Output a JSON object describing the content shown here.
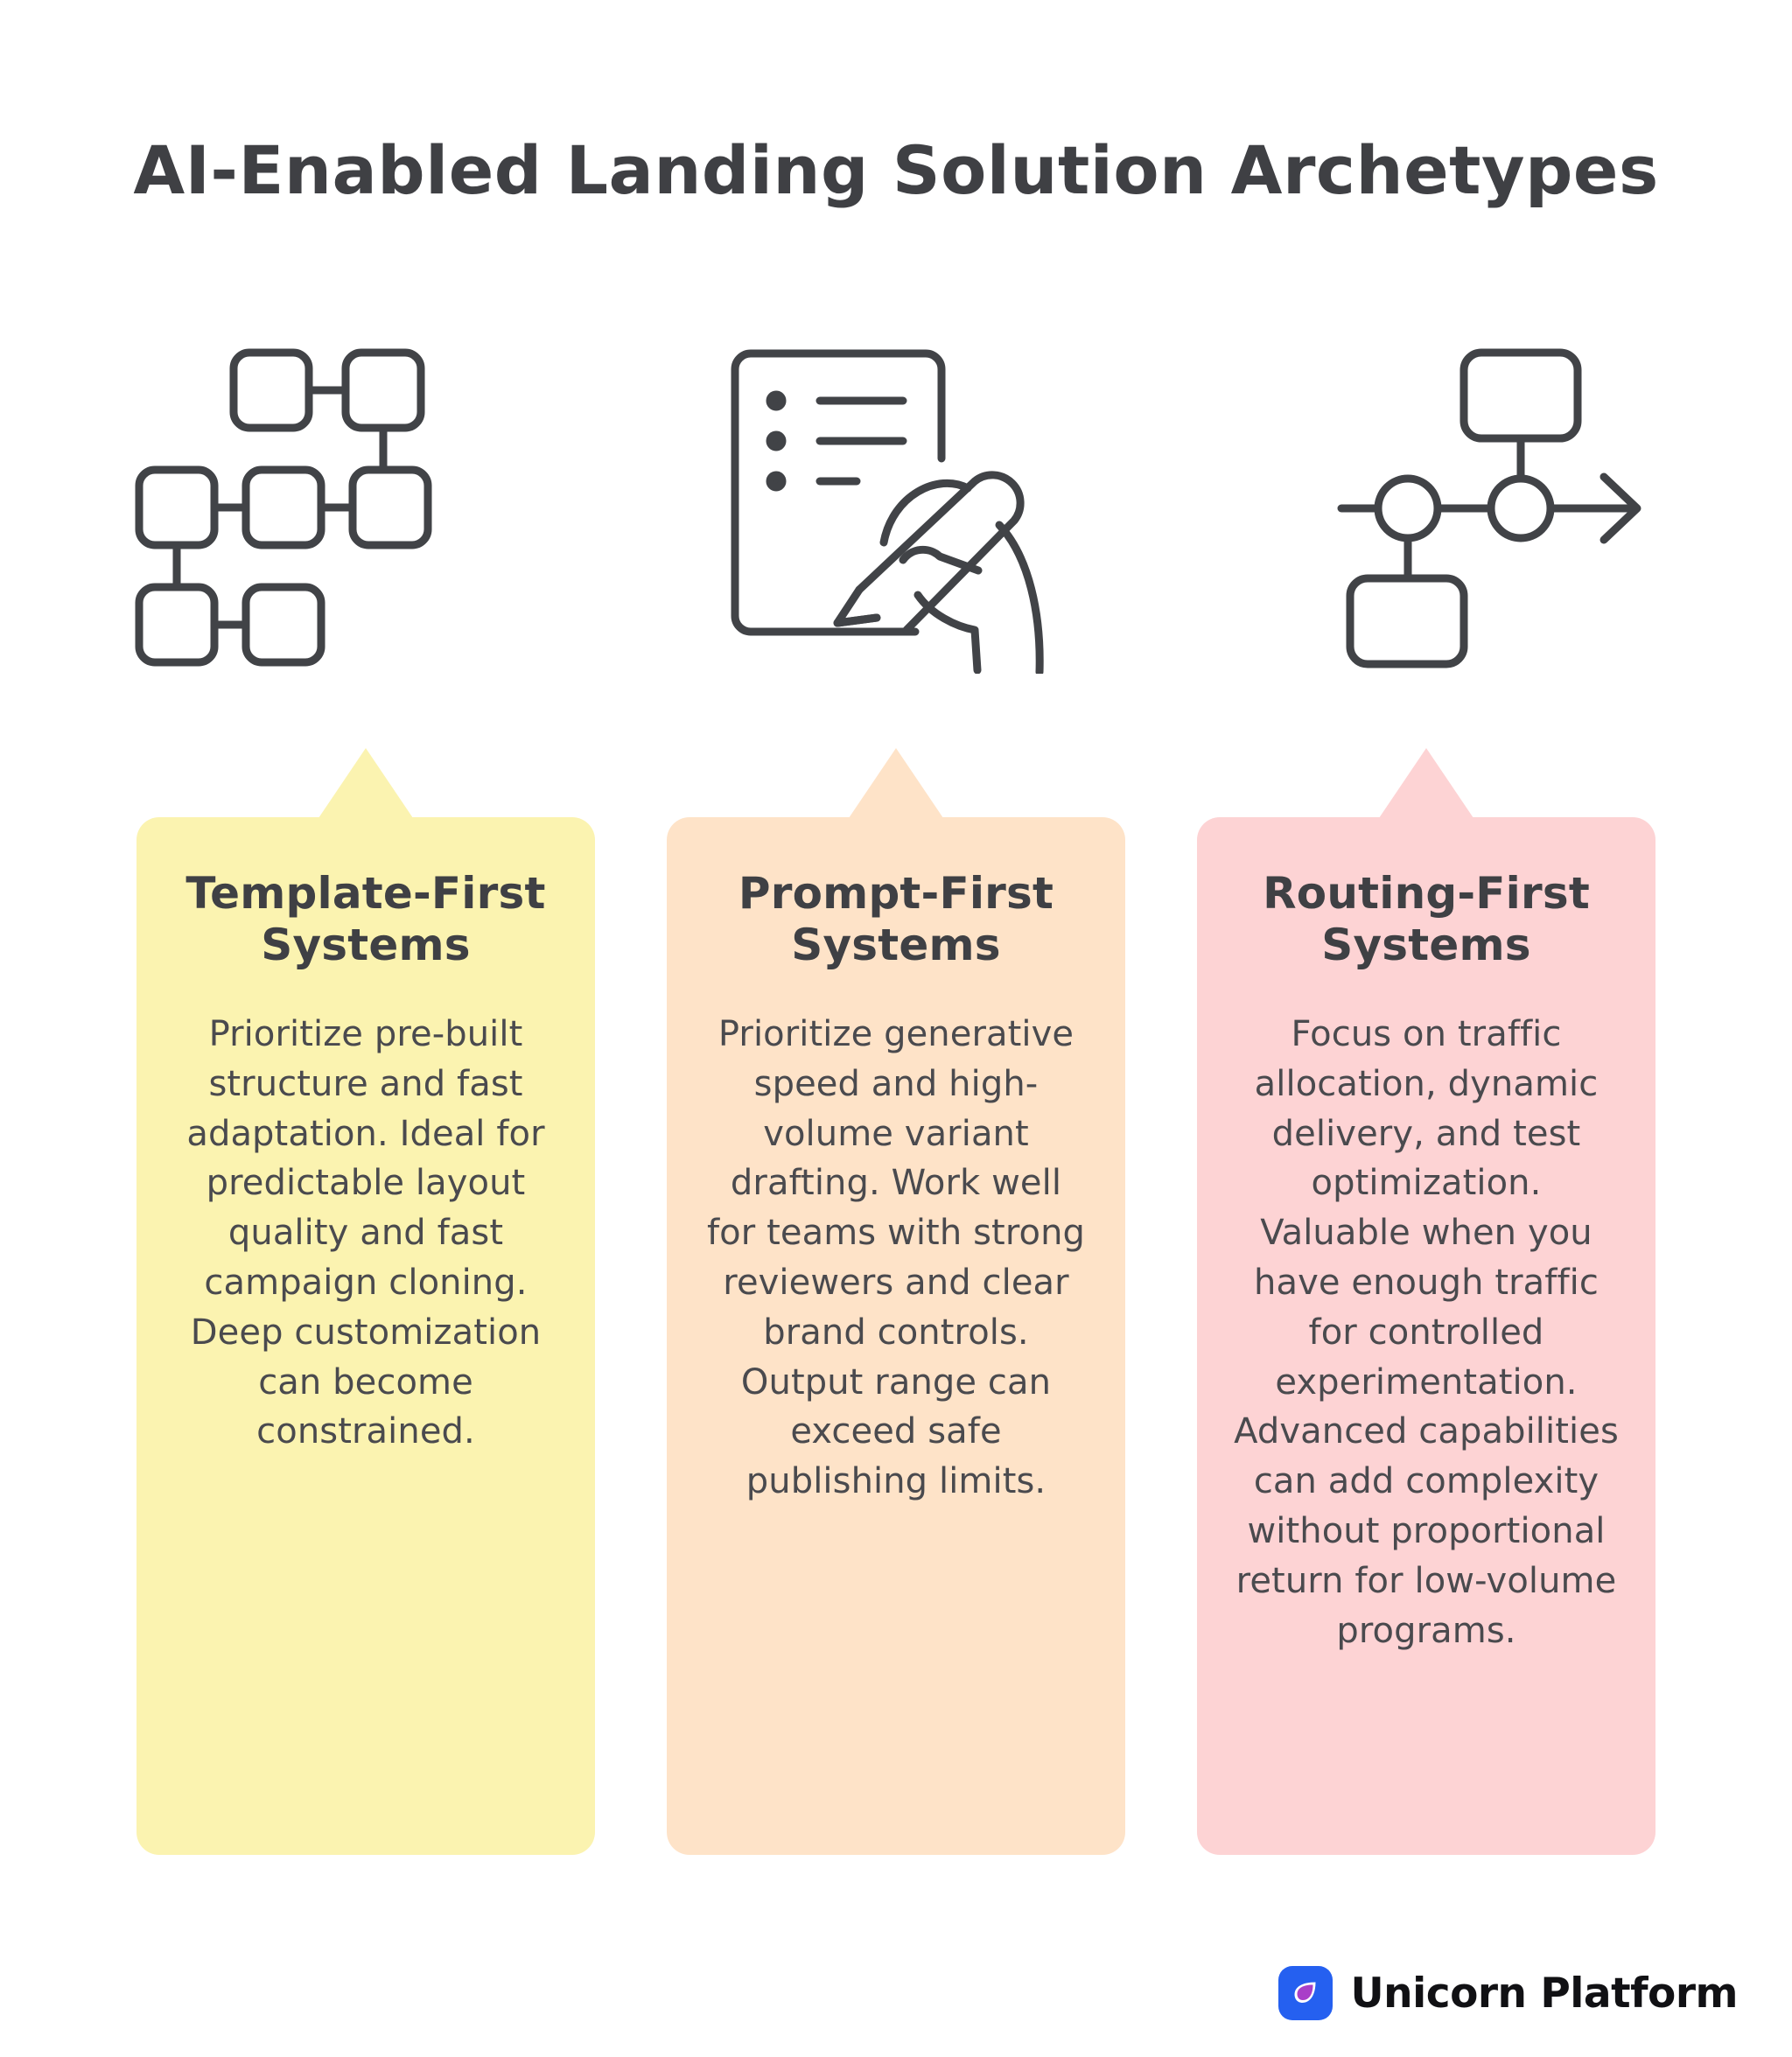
{
  "page": {
    "title": "AI-Enabled Landing Solution Archetypes",
    "background_color": "#FFFFFF",
    "title_color": "#3F4044"
  },
  "columns": [
    {
      "icon_name": "template-grid-icon",
      "title": "Template-First Systems",
      "description": "Prioritize pre-built structure and fast adaptation. Ideal for predictable layout quality and fast campaign cloning. Deep customization can become constrained.",
      "card_color": "#FBF3B0",
      "pointer_color": "#FBF3B0"
    },
    {
      "icon_name": "hand-writing-document-icon",
      "title": "Prompt-First Systems",
      "description": "Prioritize generative speed and high-volume variant drafting. Work well for teams with strong reviewers and clear brand controls. Output range can exceed safe publishing limits.",
      "card_color": "#FEE3C8",
      "pointer_color": "#FEE3C8"
    },
    {
      "icon_name": "routing-flow-icon",
      "title": "Routing-First Systems",
      "description": "Focus on traffic allocation, dynamic delivery, and test optimization. Valuable when you have enough traffic for controlled experimentation. Advanced capabilities can add complexity without proportional return for low-volume programs.",
      "card_color": "#FDD3D4",
      "pointer_color": "#FDD3D4"
    }
  ],
  "footer": {
    "brand_name": "Unicorn Platform",
    "logo_icon": "unicorn-leaf-logo-icon",
    "logo_bg_color": "#2560F0",
    "logo_leaf_color": "#A93FC8",
    "brand_text_color": "#111114"
  },
  "icon_stroke_color": "#414347"
}
